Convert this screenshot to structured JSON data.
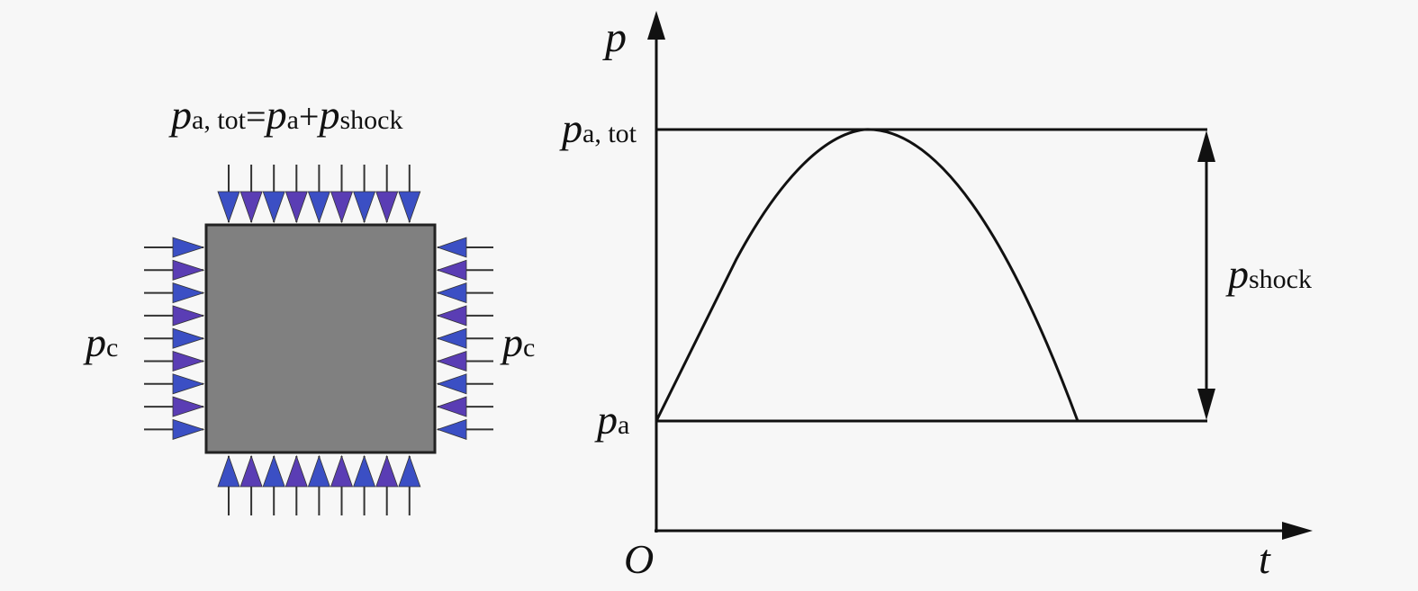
{
  "left_panel": {
    "formula": {
      "p1": "p",
      "sub1": "a, tot",
      "eq": "=",
      "p2": "p",
      "sub2": "a",
      "plus": "+",
      "p3": "p",
      "sub3": "shock"
    },
    "left_label": {
      "p": "p",
      "sub": "c"
    },
    "right_label": {
      "p": "p",
      "sub": "c"
    },
    "arrows_per_side": 9,
    "block_color": "#808080",
    "arrow_colors": [
      "#3b4fc4",
      "#5a3db4"
    ]
  },
  "right_panel": {
    "y_axis_label": "p",
    "x_axis_label": "t",
    "origin_label": "O",
    "level_high": {
      "p": "p",
      "sub": "a, tot"
    },
    "level_low": {
      "p": "p",
      "sub": "a"
    },
    "span_label": {
      "p": "p",
      "sub": "shock"
    }
  }
}
